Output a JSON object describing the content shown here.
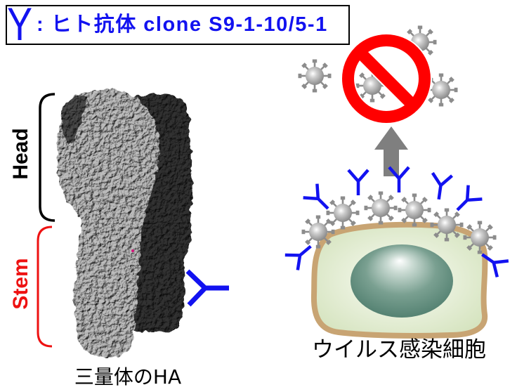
{
  "legend": {
    "symbol": "Y",
    "label": ": ヒト抗体 clone S9-1-10/5-1"
  },
  "ha_panel": {
    "head_label": "Head",
    "stem_label": "Stem",
    "caption": "三量体のHA"
  },
  "cell_panel": {
    "caption": "ウイルス感染細胞"
  },
  "colors": {
    "antibody": "#1212f0",
    "head_bracket": "#000000",
    "stem_bracket": "#ee1111",
    "prohibition_sign": "#ff0000",
    "arrow": "#7f7f7f",
    "virus": "#8c8c8c",
    "cell_membrane": "#c8a473",
    "cytoplasm": "#d6e4c0",
    "nucleus": "#4c7b6b"
  },
  "icons": {
    "antibody": "antibody-icon",
    "virus": "virus-icon",
    "blocked": "prohibition-icon",
    "release": "up-arrow-icon"
  }
}
